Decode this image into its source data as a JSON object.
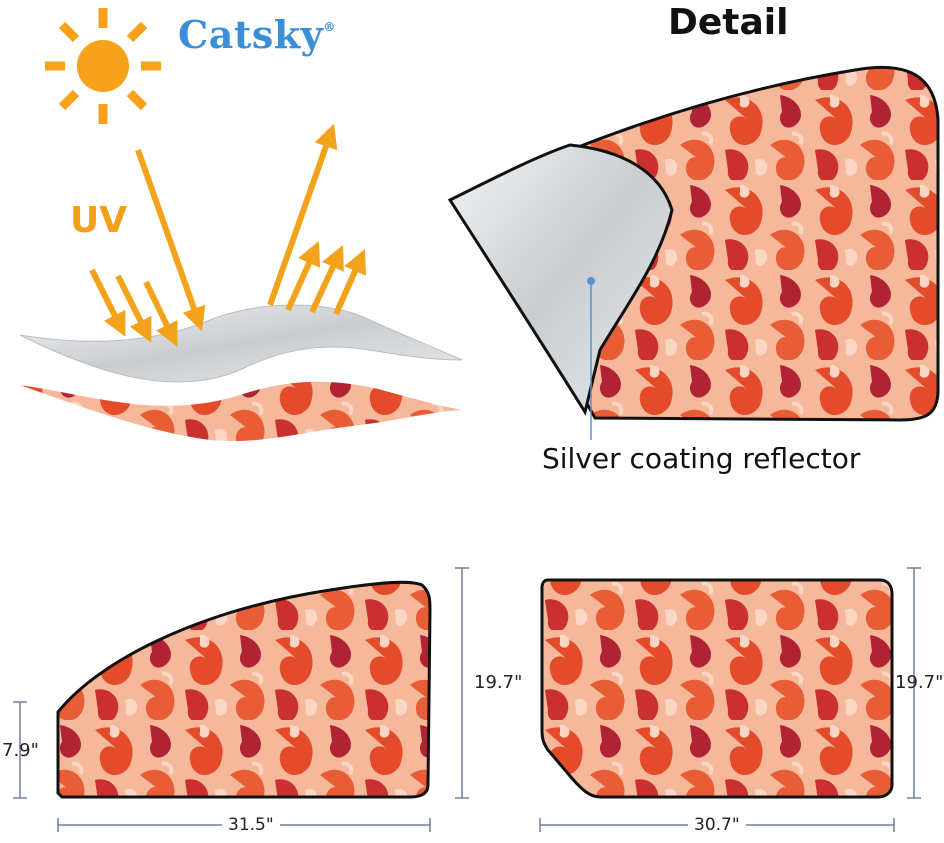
{
  "brand": {
    "name": "Catsky",
    "trademark": "®"
  },
  "detail_title": "Detail",
  "uv_label": "UV",
  "callout_label": "Silver coating reflector",
  "dimensions": {
    "left_panel_height": "19.7\"",
    "left_panel_short_height": "7.9\"",
    "left_panel_width": "31.5\"",
    "right_panel_height": "19.7\"",
    "right_panel_width": "30.7\""
  },
  "colors": {
    "sun": "#f7a21a",
    "arrow": "#f2a31b",
    "brand": "#3a8fd8",
    "silver": "#d9dde0",
    "pattern_base": "#f6b89a",
    "pattern_red": "#e34b2a",
    "pattern_dark": "#b02335",
    "dimension_line": "#6e7f9e"
  },
  "icons": [
    "sun-icon",
    "uv-arrow-icon",
    "reflected-arrow-icon"
  ]
}
